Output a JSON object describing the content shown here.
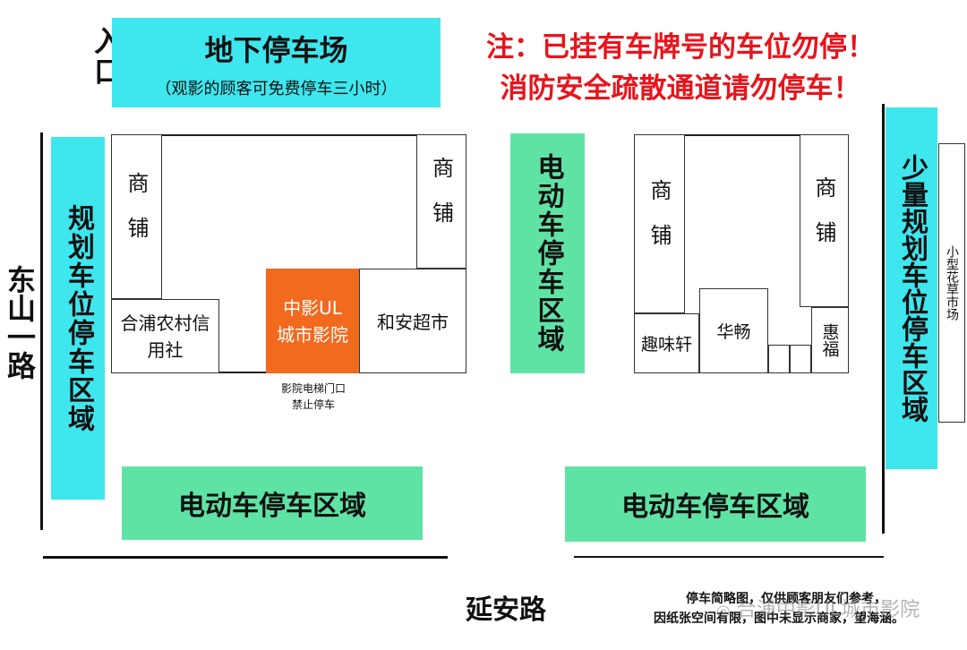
{
  "entrance": "入口",
  "underground_parking": {
    "title": "地下停车场",
    "subtitle": "（观影的顾客可免费停车三小时）"
  },
  "notes": [
    "注：已挂有车牌号的车位勿停！",
    "消防安全疏散通道请勿停车！"
  ],
  "roads": {
    "left": "东山一路",
    "bottom": "延安路"
  },
  "zones": {
    "planned_parking_left": "规划车位停车区域",
    "limited_planned_parking_right": "少量规划车位停车区域",
    "ebike_vertical": "电动车停车区域",
    "ebike_bottom_left": "电动车停车区域",
    "ebike_bottom_right": "电动车停车区域",
    "flower_market": "小型花草市场"
  },
  "buildings": {
    "shop": "商铺",
    "credit_union": "合浦农村信用社",
    "cinema": "中影UL城市影院",
    "supermarket": "和安超市",
    "quweixuan": "趣味轩",
    "huachang": "华畅",
    "huifu": "惠福"
  },
  "cinema_notice": [
    "影院电梯门口",
    "禁止停车"
  ],
  "footer": {
    "line1": "停车简略图，仅供顾客朋友们参考，",
    "line2": "因纸张空间有限，图中未显示商家，望海涵。",
    "watermark": "合浦中影UL城市影院"
  },
  "colors": {
    "parking": "#3ee6ee",
    "ebike": "#5fe3a4",
    "cinema": "#f26a1e",
    "notice": "#e8141c"
  }
}
